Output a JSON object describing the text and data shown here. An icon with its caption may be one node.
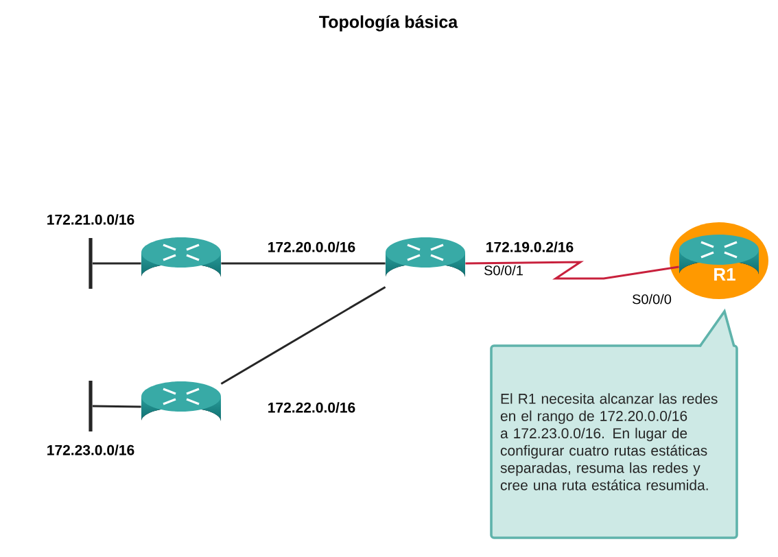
{
  "diagram": {
    "title": "Topología básica",
    "nodes": [
      {
        "text": [],
        "shape": "bar",
        "beside": [
          "172.21.0.0/16"
        ]
      },
      {
        "text": [],
        "shape": "cylinder"
      },
      {
        "text": [],
        "shape": "cylinder"
      },
      {
        "text": [
          "R1"
        ]
      },
      {
        "text": [],
        "shape": "bar",
        "beside": [
          "172.23.0.0/16"
        ]
      },
      {
        "text": [],
        "shape": "cylinder"
      },
      {
        "text": [
          "El R1 necesita alcanzar las redes en el rango de 172.20.0.0/16 a 172.23.0.0/16. En lugar de configurar cuatro rutas estáticas separadas, resuma las redes y cree una ruta estática resumida."
        ]
      }
    ],
    "edges": [
      {
        "from": 0,
        "to": 1,
        "arrow": "none"
      },
      {
        "from": 1,
        "to": 2,
        "arrow": "none",
        "label": "172.20.0.0/16"
      },
      {
        "from": 2,
        "to": 3,
        "arrow": "none",
        "label": "172.19.0.2/16",
        "color": "#c8203c"
      },
      {
        "from": 4,
        "to": 5,
        "arrow": "none"
      },
      {
        "from": 5,
        "to": 2,
        "arrow": "none",
        "label": "172.22.0.0/16"
      }
    ],
    "labels": [
      "S0/0/1",
      "S0/0/0"
    ]
  }
}
